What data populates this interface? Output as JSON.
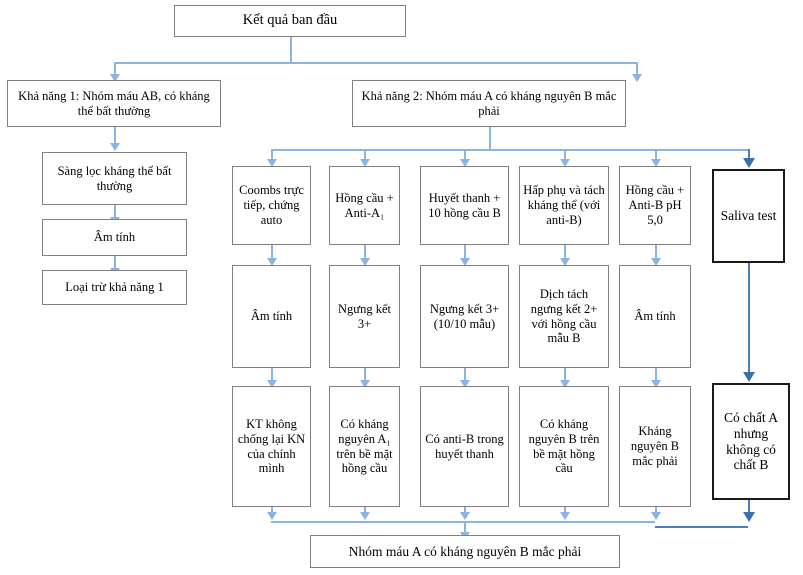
{
  "diagram": {
    "title_box": {
      "label": "Kết quả ban đầu"
    },
    "branch1": {
      "label": "Khả năng 1: Nhóm máu AB, có kháng thể bất thường"
    },
    "branch2": {
      "label": "Khả năng 2: Nhóm máu A có kháng nguyên B mắc phải"
    },
    "left_chain": [
      {
        "label": "Sàng lọc kháng thể bất thường"
      },
      {
        "label": "Âm tính"
      },
      {
        "label": "Loại trừ khả năng 1"
      }
    ],
    "tests": [
      {
        "label": "Coombs trực tiếp, chứng auto"
      },
      {
        "label": "Hồng cầu + Anti-A₁"
      },
      {
        "label": "Huyết thanh + 10 hồng cầu B"
      },
      {
        "label": "Hấp phụ và tách kháng thể (với anti-B)"
      },
      {
        "label": "Hồng cầu + Anti-B pH 5,0"
      }
    ],
    "saliva_test": {
      "label": "Saliva test"
    },
    "results": [
      {
        "label": "Âm tính"
      },
      {
        "label": "Ngưng kết 3+"
      },
      {
        "label": "Ngưng kết 3+ (10/10 mẫu)"
      },
      {
        "label": "Dịch tách ngưng kết 2+ với hồng cầu mẫu B"
      },
      {
        "label": "Âm tính"
      }
    ],
    "conclusions": [
      {
        "label": "KT không chống lại KN của chính mình"
      },
      {
        "label": "Có kháng nguyên A₁ trên bề mặt hồng cầu"
      },
      {
        "label": "Có anti-B trong huyết thanh"
      },
      {
        "label": "Có kháng nguyên B trên bề mặt hồng cầu"
      },
      {
        "label": "Kháng nguyên B mắc phải"
      }
    ],
    "saliva_conclusion": {
      "label": "Có chất A nhưng không có chất B"
    },
    "final_box": {
      "label": "Nhóm máu A có kháng nguyên B mắc phải"
    },
    "colors": {
      "connector": "#8db3e2",
      "connector_strong": "#4a7ebb",
      "box_border": "#808080",
      "box_border_dark": "#1a1a1a",
      "background": "#ffffff",
      "text": "#000000"
    }
  }
}
